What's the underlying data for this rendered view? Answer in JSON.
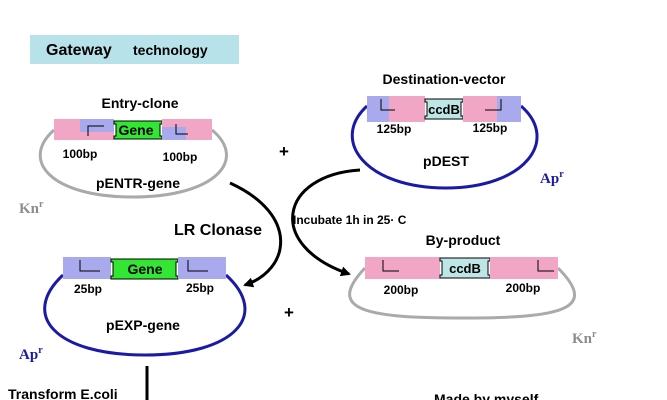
{
  "title": {
    "main": "Gateway",
    "sub": "technology"
  },
  "entry_clone": {
    "label": "Entry-clone",
    "gene": "Gene",
    "left_bp": "100bp",
    "right_bp": "100bp",
    "plasmid_name": "pENTR-gene",
    "resistance": {
      "base": "Kn",
      "sup": "r"
    }
  },
  "destination": {
    "label": "Destination-vector",
    "cassette": "ccdB",
    "left_bp": "125bp",
    "right_bp": "125bp",
    "plasmid_name": "pDEST",
    "resistance": {
      "base": "Ap",
      "sup": "r"
    }
  },
  "plus_top": "+",
  "plus_bottom": "+",
  "enzyme": "LR Clonase",
  "incubation": "Incubate 1h in 25· C",
  "expression": {
    "gene": "Gene",
    "left_bp": "25bp",
    "right_bp": "25bp",
    "plasmid_name": "pEXP-gene",
    "resistance": {
      "base": "Ap",
      "sup": "r"
    }
  },
  "byproduct": {
    "label": "By-product",
    "cassette": "ccdB",
    "left_bp": "200bp",
    "right_bp": "200bp",
    "resistance": {
      "base": "Kn",
      "sup": "r"
    }
  },
  "transform": "Transform E.coli",
  "credit": "Made by myself",
  "colors": {
    "pink": "#f2a6c6",
    "lavender": "#a9a9ee",
    "gene_green": "#33e633",
    "ccdb_blue": "#bfe6e6",
    "title_box": "#b7e2ea",
    "plasmid_grey": "#aaaaaa",
    "plasmid_navy": "#1a1aa6",
    "resistance_grey": "#8c8c8c",
    "resistance_navy": "#1a1aa6"
  }
}
